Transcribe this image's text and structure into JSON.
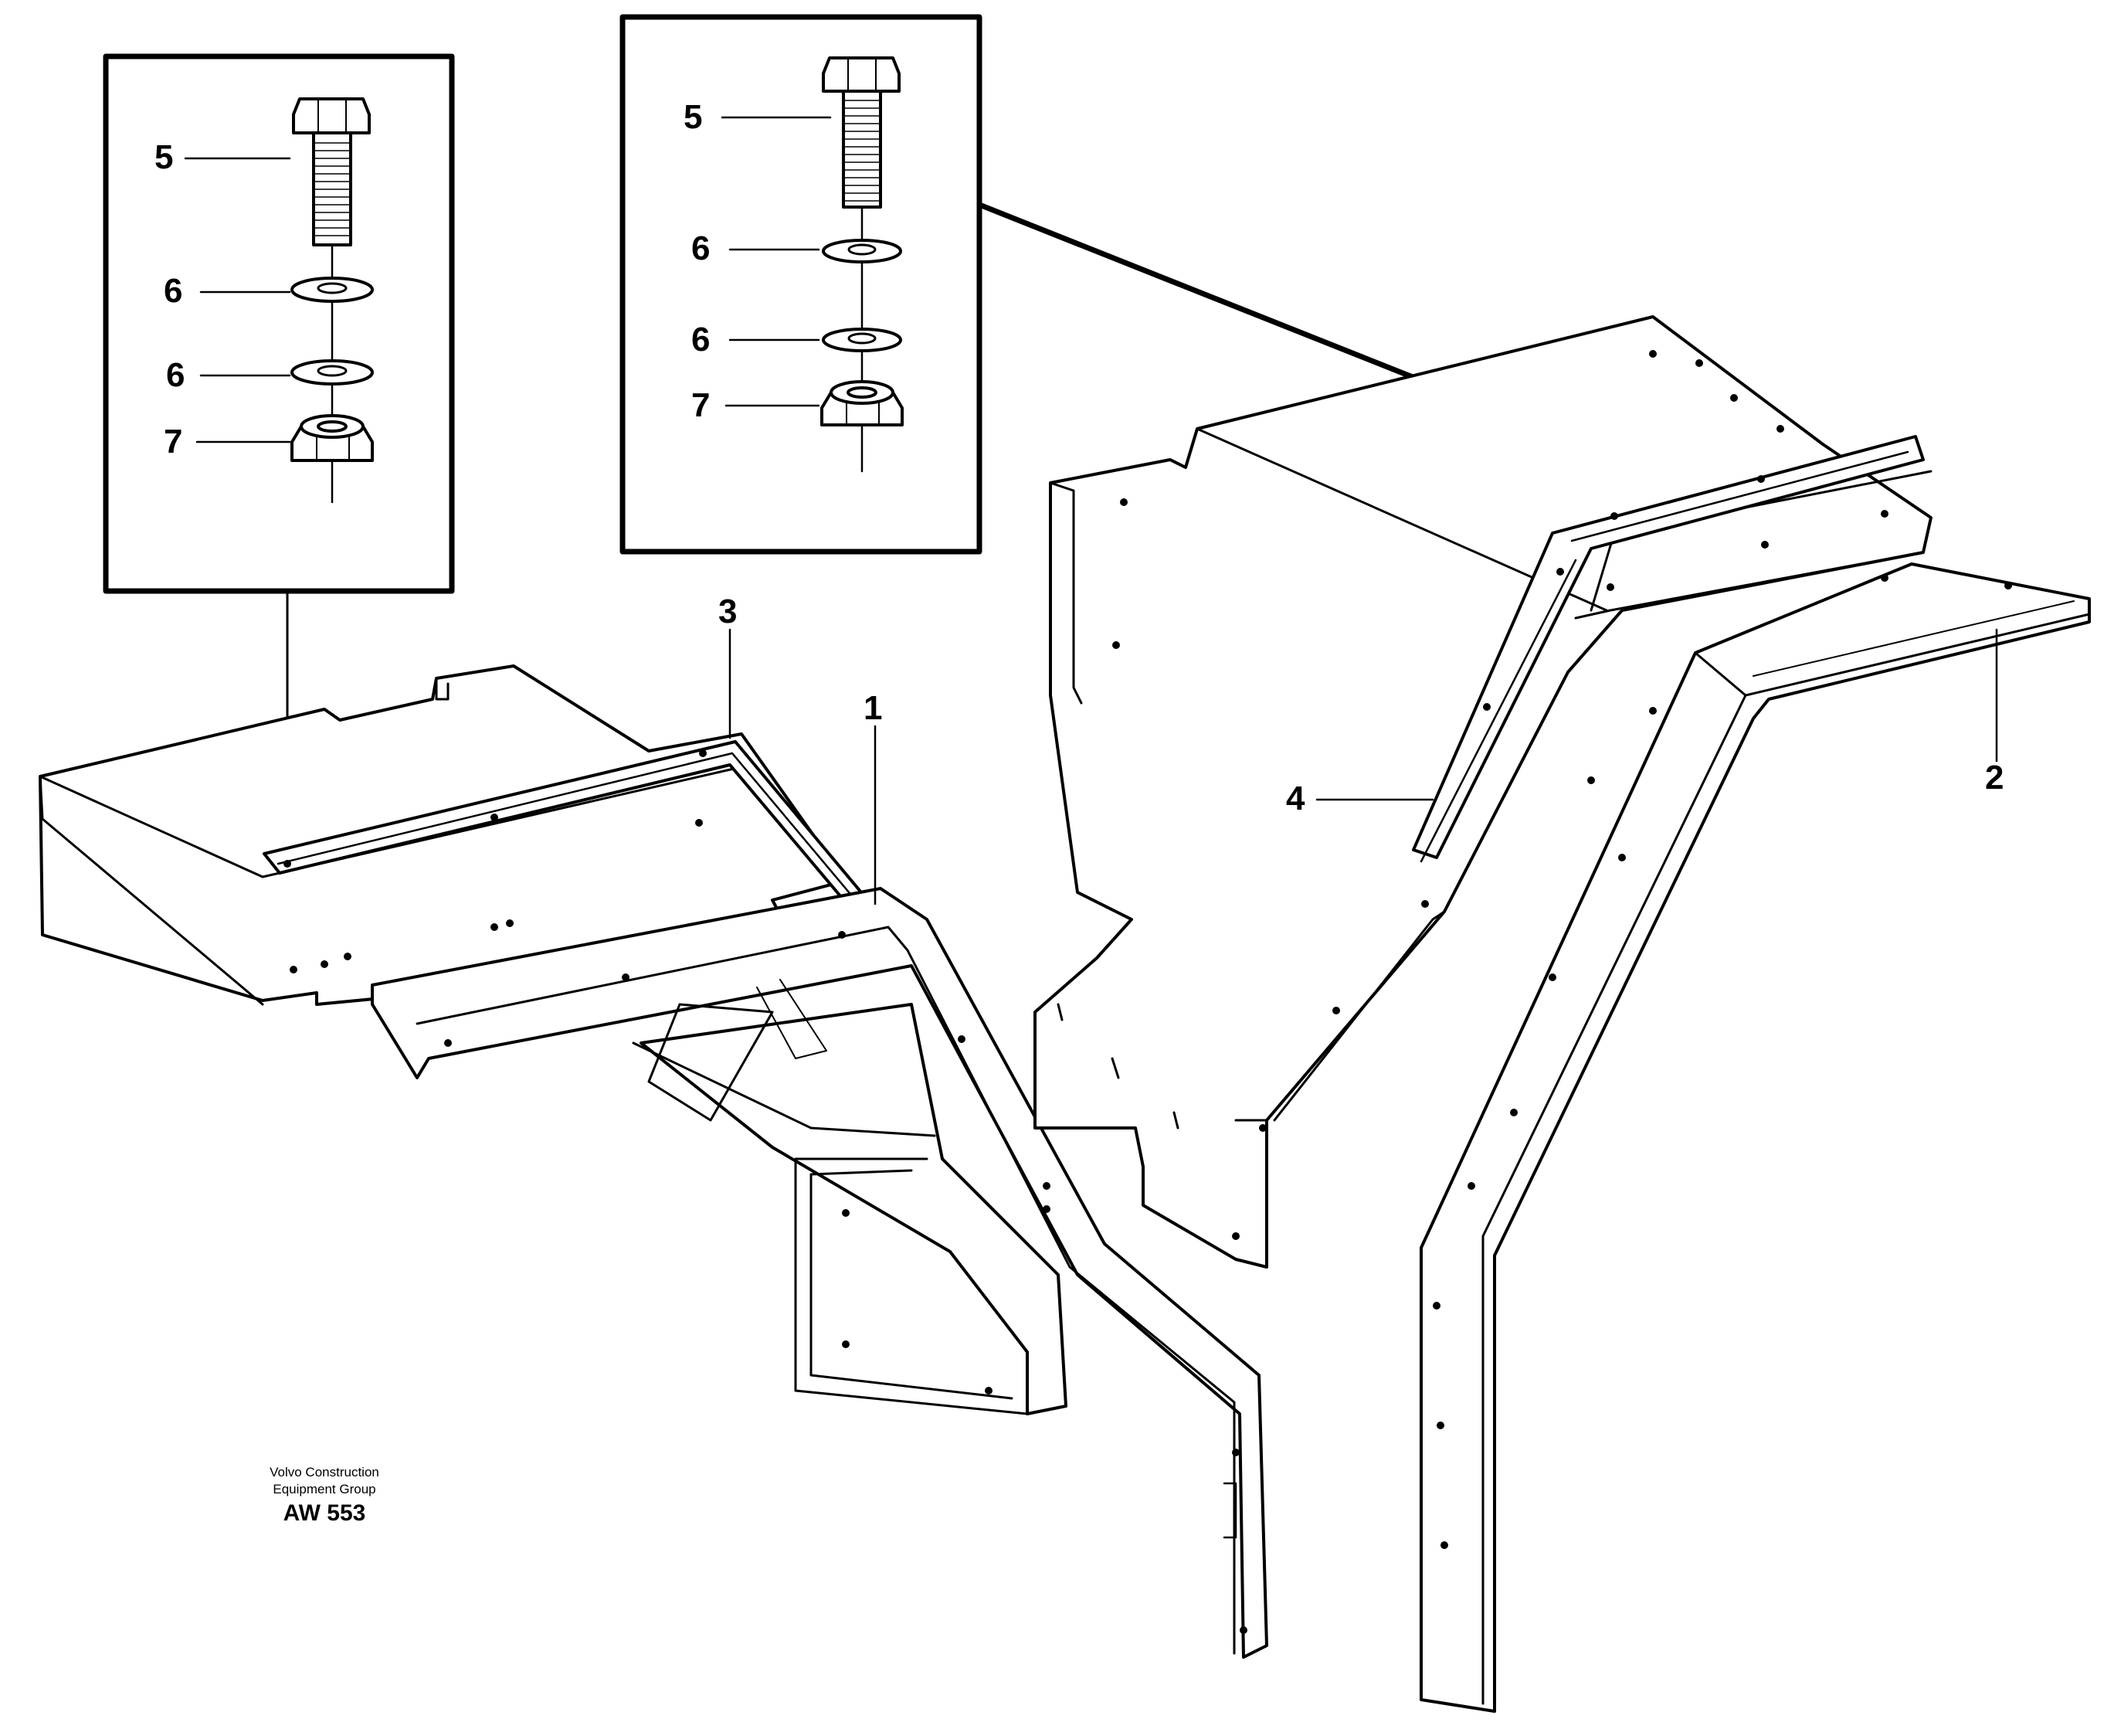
{
  "callouts": {
    "c1": "1",
    "c2": "2",
    "c3": "3",
    "c4": "4",
    "left_detail": {
      "bolt": "5",
      "washer_top": "6",
      "washer_bottom": "6",
      "nut": "7"
    },
    "right_detail": {
      "bolt": "5",
      "washer_top": "6",
      "washer_bottom": "6",
      "nut": "7"
    }
  },
  "footer": {
    "line1": "Volvo Construction",
    "line2": "Equipment Group",
    "code": "AW 553"
  }
}
